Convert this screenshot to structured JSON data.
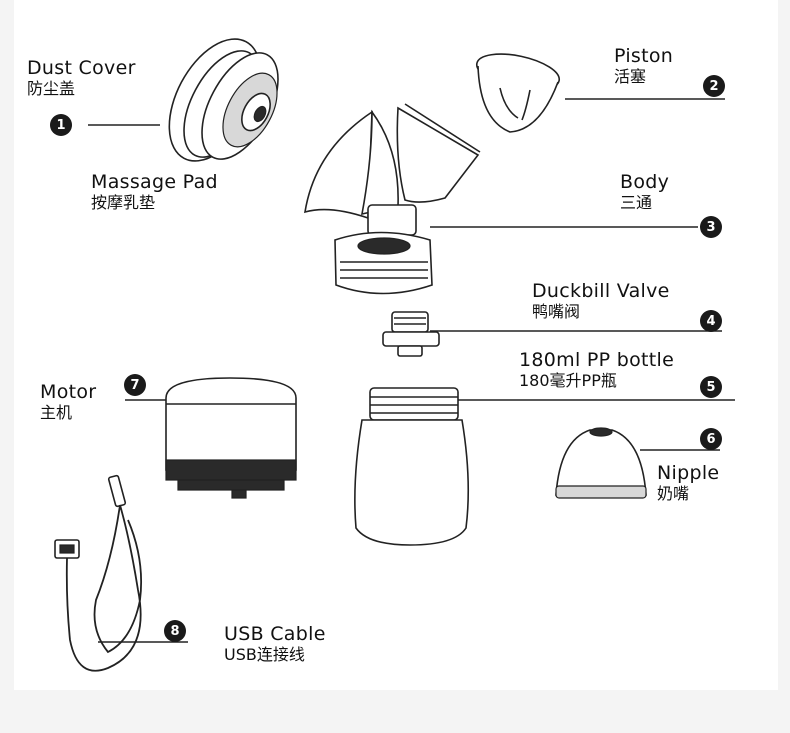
{
  "parts": [
    {
      "id": "dust-cover",
      "number": "1",
      "en": "Dust Cover",
      "zh": "防尘盖"
    },
    {
      "id": "piston",
      "number": "2",
      "en": "Piston",
      "zh": "活塞"
    },
    {
      "id": "massage-pad",
      "number": "",
      "en": "Massage Pad",
      "zh": "按摩乳垫"
    },
    {
      "id": "body",
      "number": "3",
      "en": "Body",
      "zh": "三通"
    },
    {
      "id": "duckbill-valve",
      "number": "4",
      "en": "Duckbill Valve",
      "zh": "鸭嘴阀"
    },
    {
      "id": "bottle",
      "number": "5",
      "en": "180ml PP bottle",
      "zh": "180毫升PP瓶"
    },
    {
      "id": "nipple",
      "number": "6",
      "en": "Nipple",
      "zh": "奶嘴"
    },
    {
      "id": "motor",
      "number": "7",
      "en": "Motor",
      "zh": "主机"
    },
    {
      "id": "usb-cable",
      "number": "8",
      "en": "USB Cable",
      "zh": "USB连接线"
    }
  ]
}
